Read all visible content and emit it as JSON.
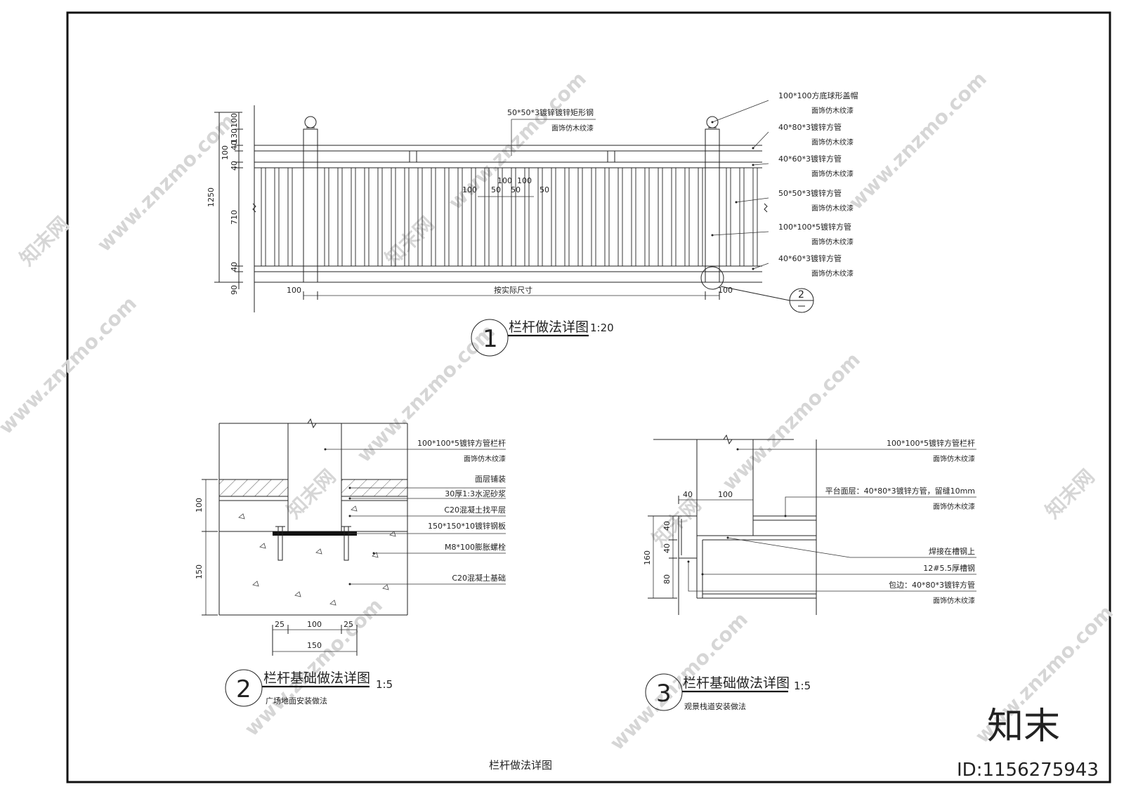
{
  "watermark": {
    "site": "www.znzmo.com",
    "brand": "知末网",
    "logo": "知末",
    "id": "ID:1156275943"
  },
  "sheet_title": "栏杆做法详图",
  "detail1": {
    "number": "1",
    "title": "栏杆做法详图",
    "scale": "1:20",
    "callout_ref": "2",
    "labels": [
      {
        "main": "50*50*3镀锌镀锌矩形钢",
        "sub": "面饰仿木纹漆"
      },
      {
        "main": "100*100方底球形盖帽",
        "sub": "面饰仿木纹漆"
      },
      {
        "main": "40*80*3镀锌方管",
        "sub": "面饰仿木纹漆"
      },
      {
        "main": "40*60*3镀锌方管",
        "sub": "面饰仿木纹漆"
      },
      {
        "main": "50*50*3镀锌方管",
        "sub": "面饰仿木纹漆"
      },
      {
        "main": "100*100*5镀锌方管",
        "sub": "面饰仿木纹漆"
      },
      {
        "main": "40*60*3镀锌方管",
        "sub": "面饰仿木纹漆"
      }
    ],
    "dims_left": [
      "100",
      "130",
      "40",
      "100",
      "40",
      "710",
      "40",
      "90"
    ],
    "dim_total": "1250",
    "dims_spacing": [
      "100",
      "50",
      "100",
      "50",
      "100",
      "50"
    ],
    "dims_bottom": [
      "100",
      "按实际尺寸",
      "100"
    ]
  },
  "detail2": {
    "number": "2",
    "title": "栏杆基础做法详图",
    "scale": "1:5",
    "subtitle": "广场地面安装做法",
    "labels": [
      {
        "main": "100*100*5镀锌方管栏杆",
        "sub": "面饰仿木纹漆"
      },
      {
        "main": "面层铺装"
      },
      {
        "main": "30厚1:3水泥砂浆"
      },
      {
        "main": "C20混凝土找平层"
      },
      {
        "main": "150*150*10镀锌钢板"
      },
      {
        "main": "M8*100膨胀螺栓"
      },
      {
        "main": "C20混凝土基础"
      }
    ],
    "dims_left": [
      "100",
      "150"
    ],
    "dims_bottom": [
      "25",
      "100",
      "25"
    ],
    "dim_total": "150"
  },
  "detail3": {
    "number": "3",
    "title": "栏杆基础做法详图",
    "scale": "1:5",
    "subtitle": "观景栈道安装做法",
    "labels": [
      {
        "main": "100*100*5镀锌方管栏杆",
        "sub": "面饰仿木纹漆"
      },
      {
        "main": "平台面层：40*80*3镀锌方管，留缝10mm",
        "sub": "面饰仿木纹漆"
      },
      {
        "main": "焊接在槽钢上"
      },
      {
        "main": "12#5.5厚槽钢"
      },
      {
        "main": "包边：40*80*3镀锌方管",
        "sub": "面饰仿木纹漆"
      }
    ],
    "dims_top": [
      "40",
      "100"
    ],
    "dims_left": [
      "40",
      "40",
      "80"
    ],
    "dim_total": "160"
  }
}
